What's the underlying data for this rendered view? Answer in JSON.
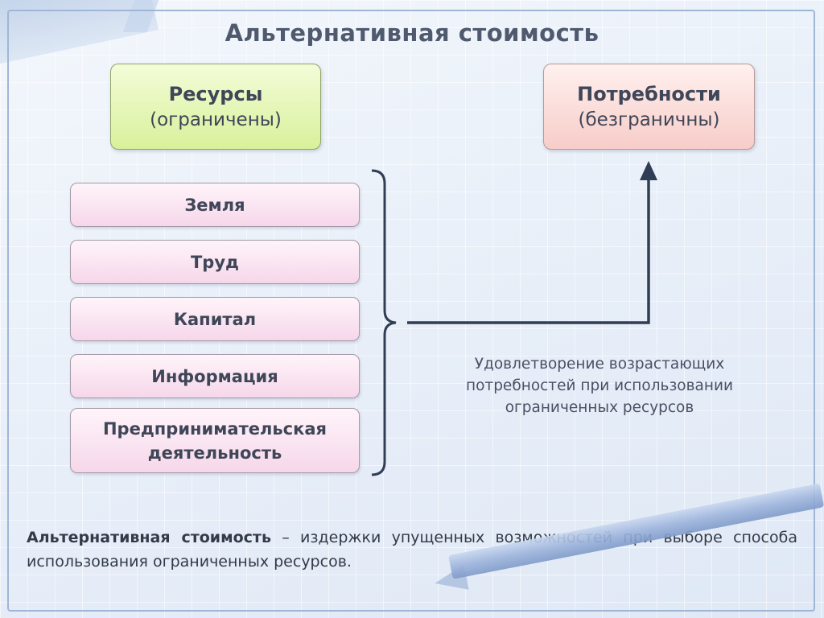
{
  "slide": {
    "title": "Альтернативная стоимость",
    "resources_box": {
      "title": "Ресурсы",
      "subtitle": "(ограничены)"
    },
    "needs_box": {
      "title": "Потребности",
      "subtitle": "(безграничны)"
    },
    "resource_items": [
      "Земля",
      "Труд",
      "Капитал",
      "Информация",
      "Предпринимательская деятельность"
    ],
    "explanation": "Удовлетворение возрастающих потребностей при использовании ограниченных ресурсов",
    "definition": {
      "term": "Альтернативная стоимость",
      "text": " – издержки упущенных возможностей при выборе способа использования ограниченных ресурсов."
    }
  },
  "colors": {
    "resources_fill": "#d9f19b",
    "needs_fill": "#f7cdc8",
    "item_fill": "#f6d7ea",
    "arrow": "#2f3d55"
  }
}
